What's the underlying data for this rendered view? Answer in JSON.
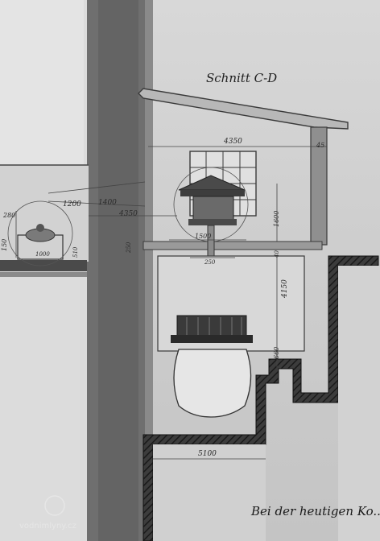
{
  "drawing": {
    "title": "Schnitt C-D",
    "dimensions": {
      "top_width": "4350",
      "wall": "45",
      "upper_left": "1200",
      "upper_mid": "1400",
      "mid_span": "4350",
      "left_height": "280",
      "left_small": "150",
      "left_detail_a": "1000",
      "left_detail_b": "510",
      "shaft_height": "1600",
      "center_box": "1500",
      "small_a": "250",
      "small_b": "40",
      "small_c": "250",
      "pit_depth": "4150",
      "bottom_depth": "660",
      "base_width": "5100"
    },
    "handwritten_note": "Bei der heutigen Ko...",
    "watermark": "vodnimlyny.cz"
  }
}
